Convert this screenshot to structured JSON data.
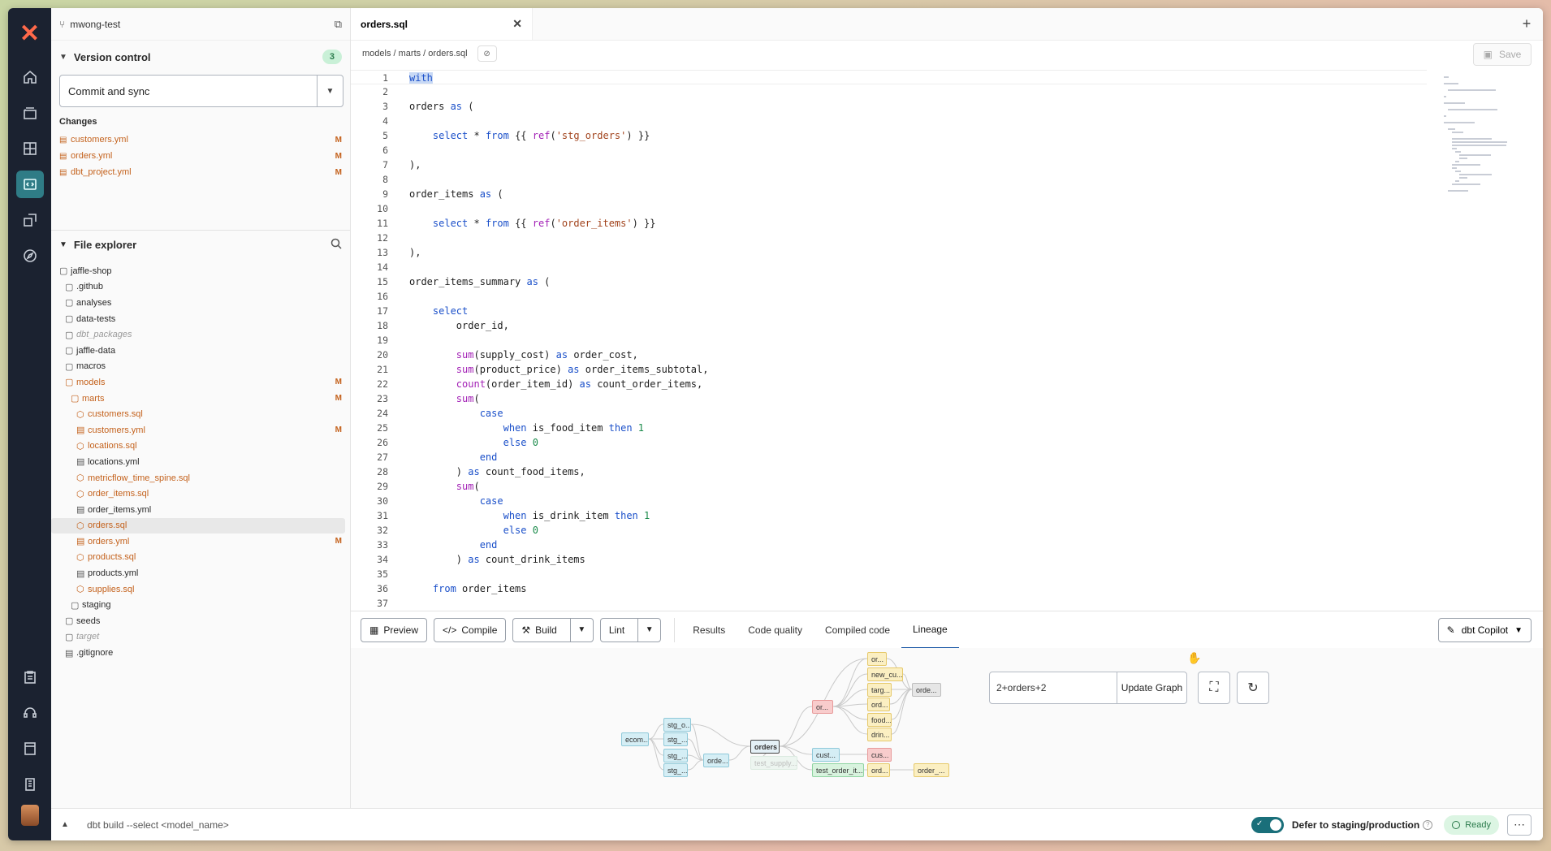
{
  "app": {
    "brand_color": "#ff694a",
    "rail_bg": "#1b2230",
    "accent": "#2f7c86"
  },
  "sidebar": {
    "project_name": "mwong-test",
    "version_control": {
      "title": "Version control",
      "count": "3",
      "commit_label": "Commit and sync",
      "changes_label": "Changes",
      "changes": [
        {
          "name": "customers.yml",
          "flag": "M"
        },
        {
          "name": "orders.yml",
          "flag": "M"
        },
        {
          "name": "dbt_project.yml",
          "flag": "M"
        }
      ]
    },
    "file_explorer": {
      "title": "File explorer",
      "tree": [
        {
          "name": "jaffle-shop",
          "type": "folder",
          "depth": 0,
          "flag": ""
        },
        {
          "name": ".github",
          "type": "folder",
          "depth": 1,
          "flag": ""
        },
        {
          "name": "analyses",
          "type": "folder",
          "depth": 1,
          "flag": ""
        },
        {
          "name": "data-tests",
          "type": "folder",
          "depth": 1,
          "flag": ""
        },
        {
          "name": "dbt_packages",
          "type": "folder-dim",
          "depth": 1,
          "flag": ""
        },
        {
          "name": "jaffle-data",
          "type": "folder",
          "depth": 1,
          "flag": ""
        },
        {
          "name": "macros",
          "type": "folder",
          "depth": 1,
          "flag": ""
        },
        {
          "name": "models",
          "type": "folder-mod",
          "depth": 1,
          "flag": "M"
        },
        {
          "name": "marts",
          "type": "folder-mod",
          "depth": 2,
          "flag": "M"
        },
        {
          "name": "customers.sql",
          "type": "model",
          "depth": 3,
          "flag": ""
        },
        {
          "name": "customers.yml",
          "type": "file-mod",
          "depth": 3,
          "flag": "M"
        },
        {
          "name": "locations.sql",
          "type": "model",
          "depth": 3,
          "flag": ""
        },
        {
          "name": "locations.yml",
          "type": "file",
          "depth": 3,
          "flag": ""
        },
        {
          "name": "metricflow_time_spine.sql",
          "type": "model",
          "depth": 3,
          "flag": ""
        },
        {
          "name": "order_items.sql",
          "type": "model",
          "depth": 3,
          "flag": ""
        },
        {
          "name": "order_items.yml",
          "type": "file",
          "depth": 3,
          "flag": ""
        },
        {
          "name": "orders.sql",
          "type": "model-sel",
          "depth": 3,
          "flag": ""
        },
        {
          "name": "orders.yml",
          "type": "file-mod",
          "depth": 3,
          "flag": "M"
        },
        {
          "name": "products.sql",
          "type": "model",
          "depth": 3,
          "flag": ""
        },
        {
          "name": "products.yml",
          "type": "file",
          "depth": 3,
          "flag": ""
        },
        {
          "name": "supplies.sql",
          "type": "model",
          "depth": 3,
          "flag": ""
        },
        {
          "name": "staging",
          "type": "folder",
          "depth": 2,
          "flag": ""
        },
        {
          "name": "seeds",
          "type": "folder",
          "depth": 1,
          "flag": ""
        },
        {
          "name": "target",
          "type": "folder-dim",
          "depth": 1,
          "flag": ""
        },
        {
          "name": ".gitignore",
          "type": "file",
          "depth": 1,
          "flag": ""
        }
      ]
    }
  },
  "editor": {
    "tab_label": "orders.sql",
    "breadcrumb": "models / marts / orders.sql",
    "save_label": "Save",
    "lines": [
      "<span class=\"kw\">with</span>",
      "",
      "orders <span class=\"kw\">as</span> (",
      "",
      "    <span class=\"kw\">select</span> * <span class=\"kw\">from</span> {{ <span class=\"fn\">ref</span>(<span class=\"str\">'stg_orders'</span>) }}",
      "",
      "),",
      "",
      "order_items <span class=\"kw\">as</span> (",
      "",
      "    <span class=\"kw\">select</span> * <span class=\"kw\">from</span> {{ <span class=\"fn\">ref</span>(<span class=\"str\">'order_items'</span>) }}",
      "",
      "),",
      "",
      "order_items_summary <span class=\"kw\">as</span> (",
      "",
      "    <span class=\"kw\">select</span>",
      "        order_id,",
      "",
      "        <span class=\"fn\">sum</span>(supply_cost) <span class=\"kw\">as</span> order_cost,",
      "        <span class=\"fn\">sum</span>(product_price) <span class=\"kw\">as</span> order_items_subtotal,",
      "        <span class=\"fn\">count</span>(order_item_id) <span class=\"kw\">as</span> count_order_items,",
      "        <span class=\"fn\">sum</span>(",
      "            <span class=\"kw\">case</span>",
      "                <span class=\"kw\">when</span> is_food_item <span class=\"kw\">then</span> <span class=\"num\">1</span>",
      "                <span class=\"kw\">else</span> <span class=\"num\">0</span>",
      "            <span class=\"kw\">end</span>",
      "        ) <span class=\"kw\">as</span> count_food_items,",
      "        <span class=\"fn\">sum</span>(",
      "            <span class=\"kw\">case</span>",
      "                <span class=\"kw\">when</span> is_drink_item <span class=\"kw\">then</span> <span class=\"num\">1</span>",
      "                <span class=\"kw\">else</span> <span class=\"num\">0</span>",
      "            <span class=\"kw\">end</span>",
      "        ) <span class=\"kw\">as</span> count_drink_items",
      "",
      "    <span class=\"kw\">from</span> order_items",
      ""
    ]
  },
  "panel": {
    "buttons": {
      "preview": "Preview",
      "compile": "Compile",
      "build": "Build",
      "lint": "Lint"
    },
    "tabs": [
      "Results",
      "Code quality",
      "Compiled code",
      "Lineage"
    ],
    "active_tab": "Lineage",
    "copilot": "dbt Copilot"
  },
  "lineage": {
    "selector": "2+orders+2",
    "update_label": "Update Graph",
    "nodes": [
      {
        "id": "ecom",
        "label": "ecom....",
        "kind": "blue"
      },
      {
        "id": "stg_o",
        "label": "stg_o...",
        "kind": "blue"
      },
      {
        "id": "stg2",
        "label": "stg_...",
        "kind": "blue"
      },
      {
        "id": "stg3",
        "label": "stg_...",
        "kind": "blue"
      },
      {
        "id": "stg4",
        "label": "stg_...",
        "kind": "blue"
      },
      {
        "id": "orde1",
        "label": "orde...",
        "kind": "blue"
      },
      {
        "id": "orders",
        "label": "orders",
        "kind": "sel"
      },
      {
        "id": "test_supply",
        "label": "test_supply...",
        "kind": "faint"
      },
      {
        "id": "or_red",
        "label": "or...",
        "kind": "red"
      },
      {
        "id": "cust",
        "label": "cust...",
        "kind": "blue"
      },
      {
        "id": "test_order",
        "label": "test_order_it...",
        "kind": "green"
      },
      {
        "id": "y1",
        "label": "or...",
        "kind": "yellow"
      },
      {
        "id": "y2",
        "label": "new_cu...",
        "kind": "yellow"
      },
      {
        "id": "y3",
        "label": "targ...",
        "kind": "yellow"
      },
      {
        "id": "y4",
        "label": "ord...",
        "kind": "yellow"
      },
      {
        "id": "y5",
        "label": "food...",
        "kind": "yellow"
      },
      {
        "id": "y6",
        "label": "drin...",
        "kind": "yellow"
      },
      {
        "id": "cus_red",
        "label": "cus...",
        "kind": "red"
      },
      {
        "id": "ord_y",
        "label": "ord...",
        "kind": "yellow"
      },
      {
        "id": "orde_grey",
        "label": "orde...",
        "kind": "grey"
      },
      {
        "id": "order_y",
        "label": "order_...",
        "kind": "yellow"
      }
    ],
    "edges": [
      [
        "ecom",
        "stg_o"
      ],
      [
        "ecom",
        "stg2"
      ],
      [
        "ecom",
        "stg3"
      ],
      [
        "ecom",
        "stg4"
      ],
      [
        "stg_o",
        "orders"
      ],
      [
        "stg2",
        "orde1"
      ],
      [
        "stg3",
        "orde1"
      ],
      [
        "stg4",
        "orde1"
      ],
      [
        "stg_o",
        "orde1"
      ],
      [
        "orde1",
        "orders"
      ],
      [
        "orders",
        "or_red"
      ],
      [
        "orders",
        "cust"
      ],
      [
        "orders",
        "test_order"
      ],
      [
        "orders",
        "test_supply"
      ],
      [
        "orders",
        "y1"
      ],
      [
        "or_red",
        "y1"
      ],
      [
        "or_red",
        "y2"
      ],
      [
        "or_red",
        "y3"
      ],
      [
        "or_red",
        "y4"
      ],
      [
        "or_red",
        "y5"
      ],
      [
        "or_red",
        "y6"
      ],
      [
        "cust",
        "cus_red"
      ],
      [
        "test_order",
        "ord_y"
      ],
      [
        "ord_y",
        "order_y"
      ],
      [
        "y1",
        "orde_grey"
      ],
      [
        "y2",
        "orde_grey"
      ],
      [
        "y3",
        "orde_grey"
      ],
      [
        "y4",
        "orde_grey"
      ],
      [
        "y5",
        "orde_grey"
      ],
      [
        "y6",
        "orde_grey"
      ]
    ]
  },
  "statusbar": {
    "command_placeholder": "dbt build --select <model_name>",
    "defer_label": "Defer to staging/production",
    "status": "Ready"
  }
}
